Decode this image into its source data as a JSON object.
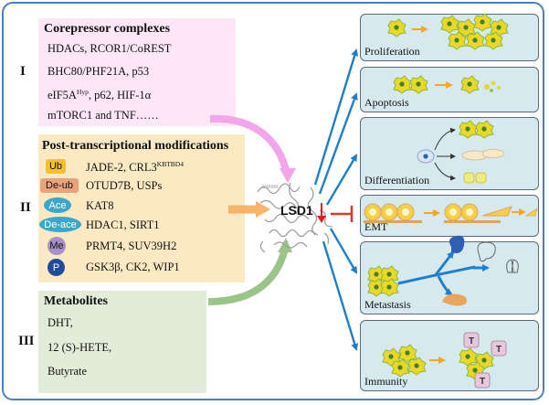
{
  "section_numerals": {
    "i": "I",
    "ii": "II",
    "iii": "III"
  },
  "corepressor": {
    "title": "Corepressor complexes",
    "line1": "HDACs, RCOR1/CoREST",
    "line2": "BHC80/PHF21A, p53",
    "line3_pre": "eIF5A",
    "line3_sup": "Hyp",
    "line3_post": ", p62, HIF-1α",
    "line4": "mTORC1 and TNF……"
  },
  "ptm": {
    "title": "Post-transcriptional modifications",
    "rows": [
      {
        "badge": "Ub",
        "text": "JADE-2, CRL3",
        "sup": "KBTBD4"
      },
      {
        "badge": "De-ub",
        "text": "OTUD7B, USPs"
      },
      {
        "badge": "Ace",
        "text": "KAT8"
      },
      {
        "badge": "De-ace",
        "text": "HDAC1, SIRT1"
      },
      {
        "badge": "Me",
        "text": "PRMT4, SUV39H2"
      },
      {
        "badge": "P",
        "text": "GSK3β, CK2, WIP1"
      }
    ]
  },
  "metabolites": {
    "title": "Metabolites",
    "line1": "DHT,",
    "line2": "12 (S)-HETE,",
    "line3": "Butyrate"
  },
  "center": {
    "label": "LSD1"
  },
  "outcomes": [
    {
      "label": "Proliferation"
    },
    {
      "label": "Apoptosis"
    },
    {
      "label": "Differentiation"
    },
    {
      "label": "EMT"
    },
    {
      "label": "Metastasis"
    },
    {
      "label": "Immunity"
    }
  ],
  "tcell_letter": "T",
  "colors": {
    "corepressor_bg": "#fce6f8",
    "ptm_bg": "#fbe9c4",
    "metabolites_bg": "#e3ecd9",
    "panel_bg": "#d6e9ee",
    "blue_arrow": "#1f7fc8",
    "pink_arrow": "#f2a5e8",
    "orange_arrow": "#f5b56a",
    "green_arrow": "#9cc48a",
    "down_arrow": "#e02020",
    "cell_yellow": "#e8d82a",
    "frame": "#4f7fbf"
  }
}
